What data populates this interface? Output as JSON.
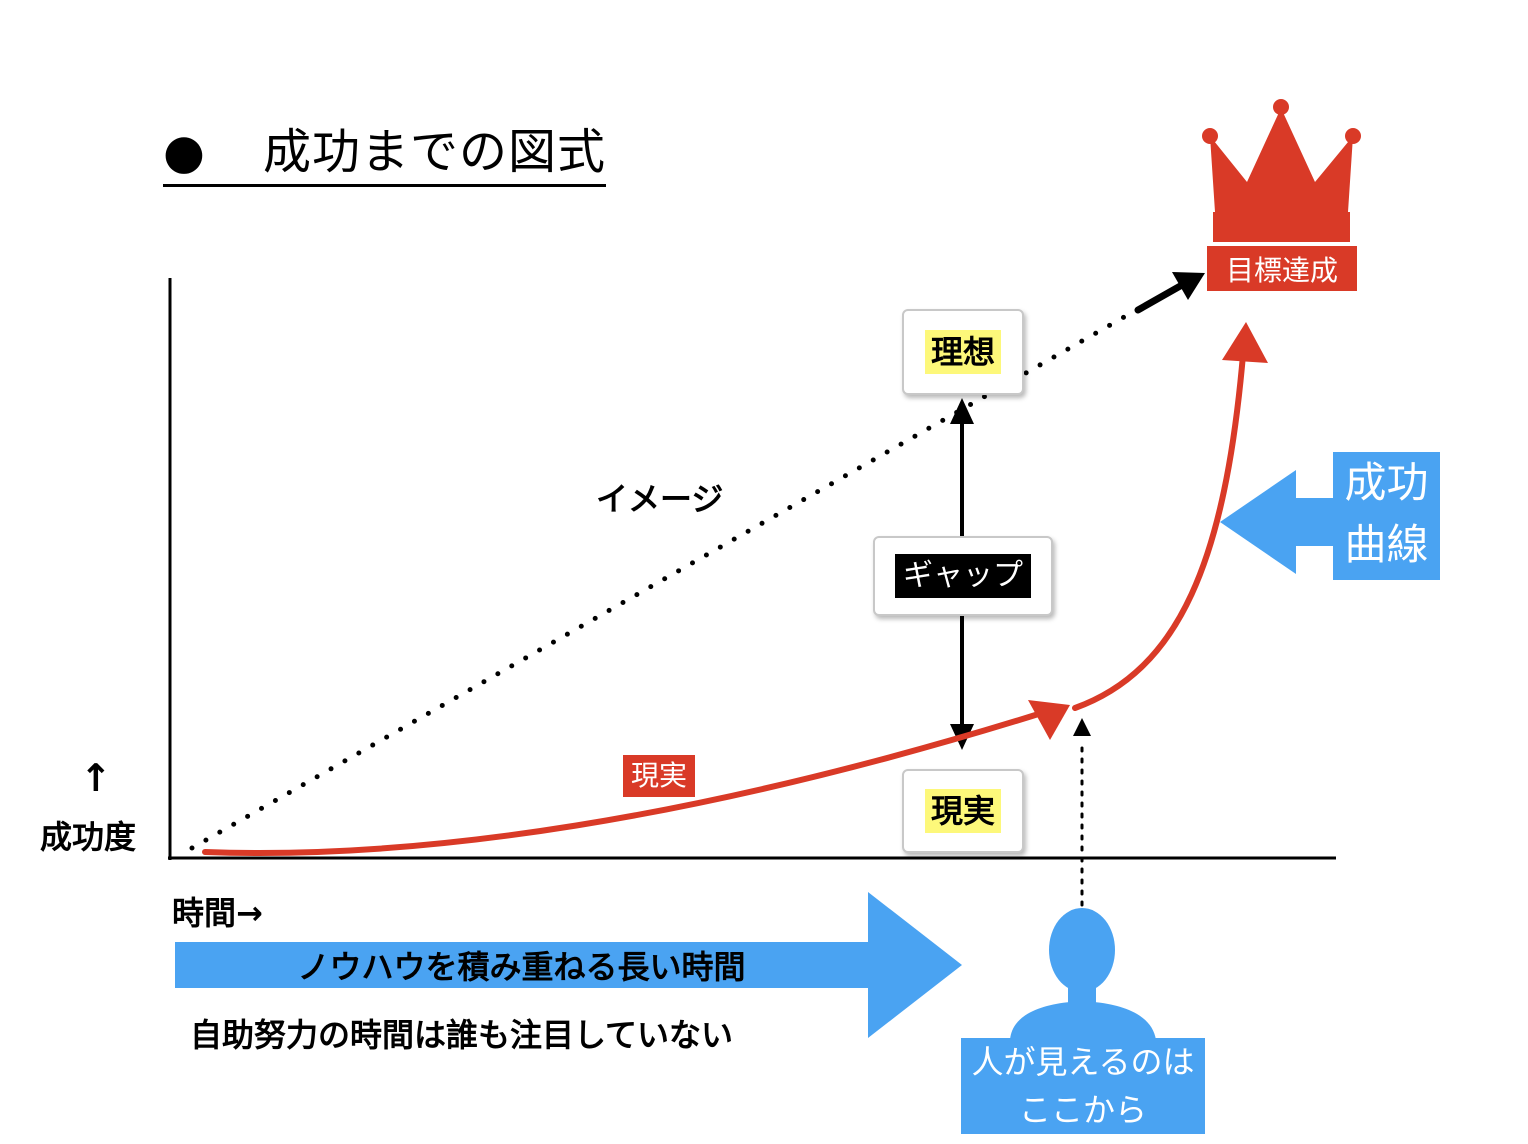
{
  "title": {
    "bullet": "●",
    "text": "成功までの図式"
  },
  "goal": {
    "label": "目標達成",
    "icon": "crown-icon",
    "color": "#d93a27"
  },
  "ideal": {
    "label": "理想"
  },
  "gap": {
    "label": "ギャップ"
  },
  "reality": {
    "card_label": "現実",
    "curve_label": "現実"
  },
  "image_line": {
    "label": "イメージ"
  },
  "success_curve": {
    "line1": "成功",
    "line2": "曲線"
  },
  "axes": {
    "y_arrow": "↑",
    "y_label": "成功度",
    "x_label": "時間→"
  },
  "banner": {
    "text": "ノウハウを積み重ねる長い時間",
    "note": "自助努力の時間は誰も注目していない"
  },
  "observer": {
    "icon": "person-icon",
    "line1": "人が見えるのは",
    "line2": "ここから"
  },
  "colors": {
    "red": "#d93a27",
    "blue": "#4aa3f2",
    "highlight": "#fdf87a"
  }
}
